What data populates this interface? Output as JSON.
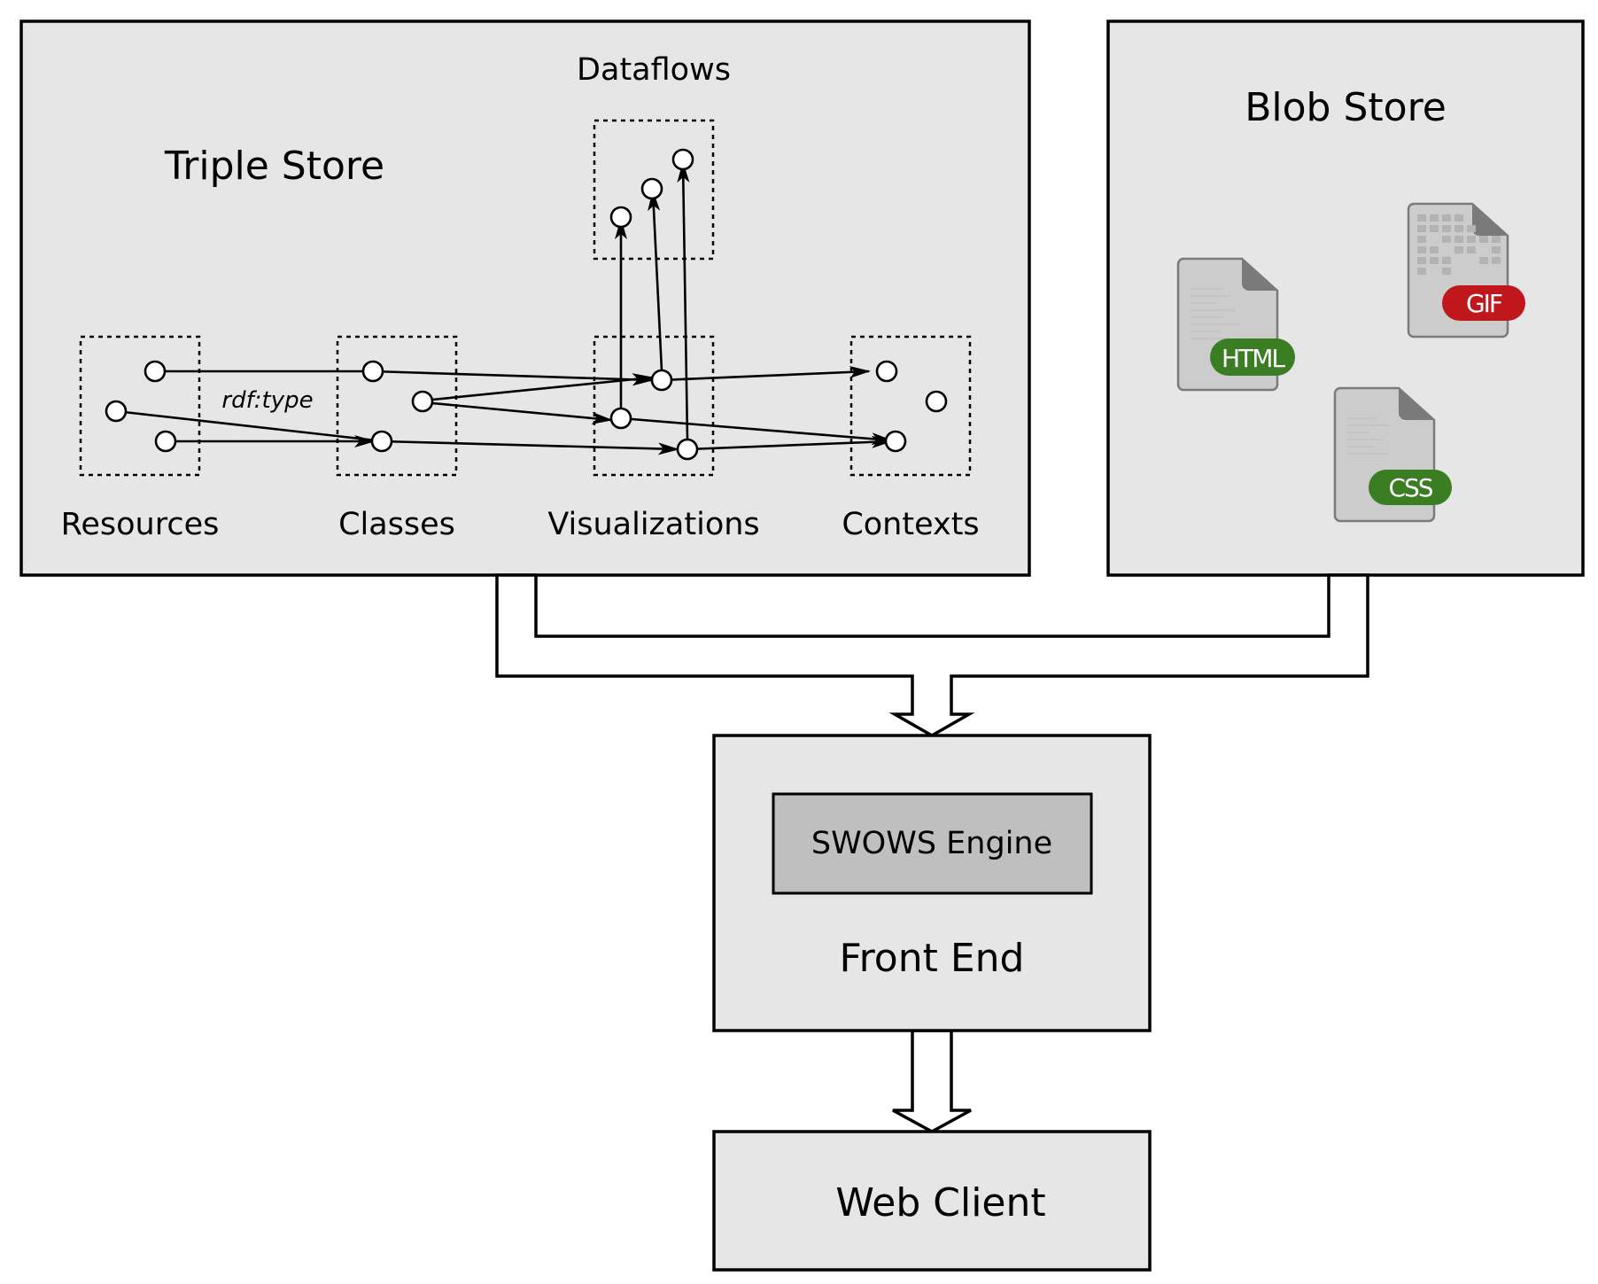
{
  "triple_store": {
    "title": "Triple Store",
    "groups": {
      "resources": "Resources",
      "classes": "Classes",
      "visualizations": "Visualizations",
      "contexts": "Contexts",
      "dataflows": "Dataflows"
    },
    "edge_label": "rdf:type"
  },
  "blob_store": {
    "title": "Blob Store",
    "files": [
      {
        "type": "HTML",
        "badge_color": "#3a7d23"
      },
      {
        "type": "GIF",
        "badge_color": "#c0171c"
      },
      {
        "type": "CSS",
        "badge_color": "#3a7d23"
      }
    ]
  },
  "front_end": {
    "title": "Front End",
    "engine": "SWOWS Engine"
  },
  "web_client": {
    "title": "Web Client"
  },
  "colors": {
    "box_fill": "#e6e6e6",
    "engine_fill": "#bfbfbf",
    "green_badge": "#3a7d23",
    "red_badge": "#c0171c"
  }
}
